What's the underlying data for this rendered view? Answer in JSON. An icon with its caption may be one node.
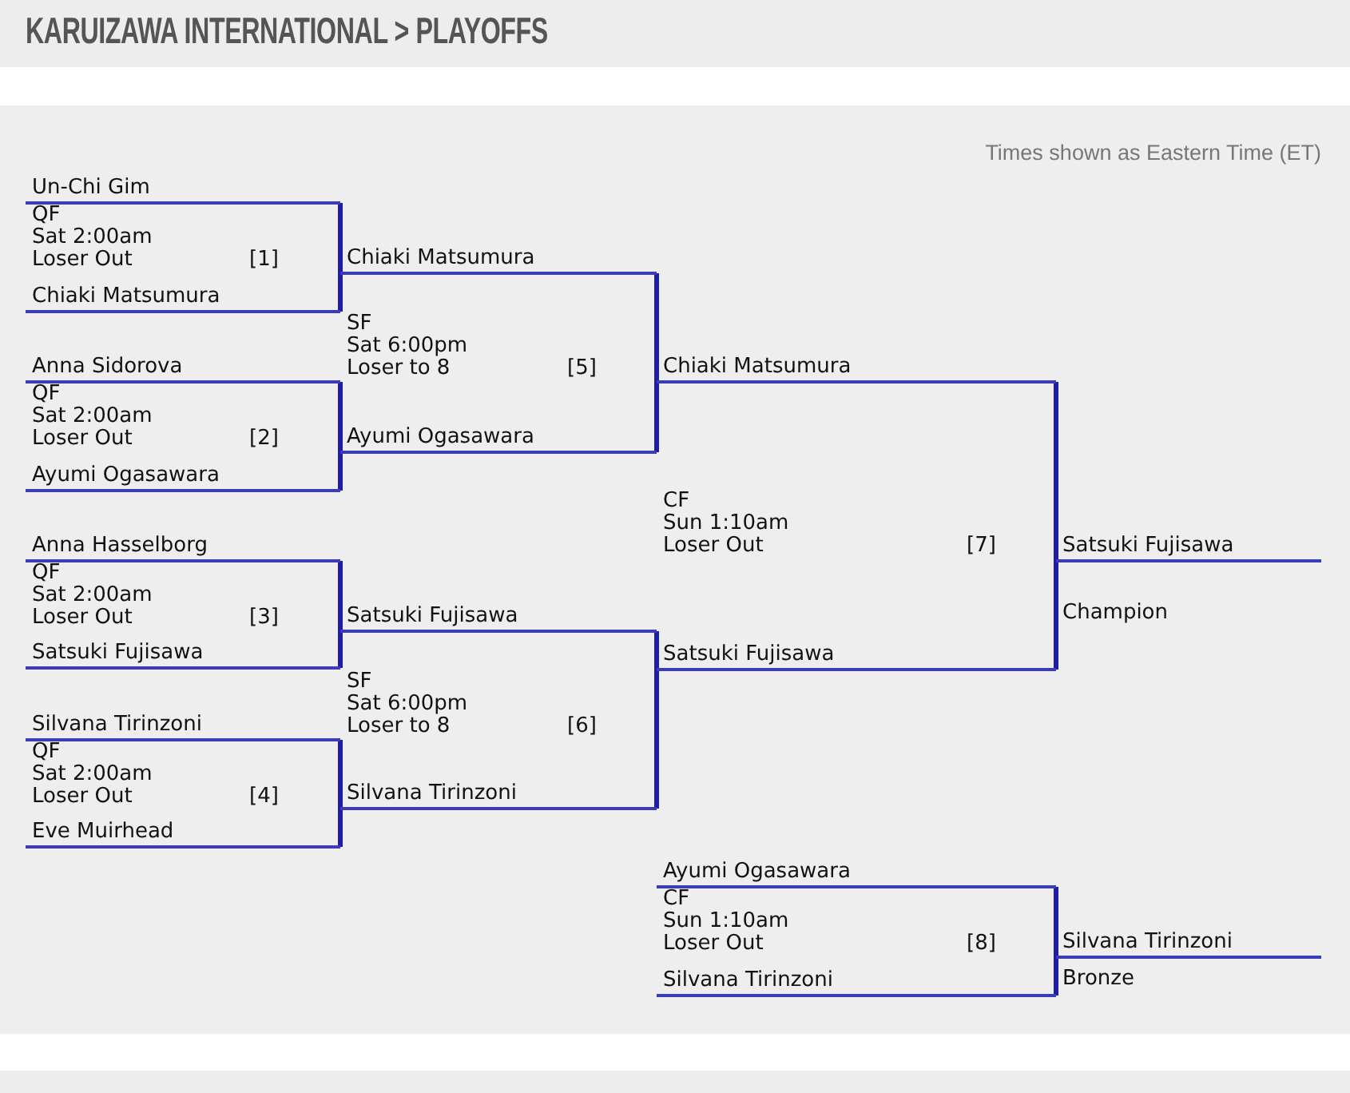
{
  "diagram": {
    "title": "KARUIZAWA INTERNATIONAL > PLAYOFFS",
    "nodes": [
      {
        "text": [
          "Un-Chi Gim"
        ]
      },
      {
        "text": [
          "Chiaki Matsumura"
        ]
      },
      {
        "text": [
          "Anna Sidorova"
        ]
      },
      {
        "text": [
          "Ayumi Ogasawara"
        ]
      },
      {
        "text": [
          "Anna Hasselborg"
        ]
      },
      {
        "text": [
          "Satsuki Fujisawa"
        ]
      },
      {
        "text": [
          "Silvana Tirinzoni"
        ]
      },
      {
        "text": [
          "Eve Muirhead"
        ]
      },
      {
        "text": [
          "Chiaki Matsumura"
        ]
      },
      {
        "text": [
          "Ayumi Ogasawara"
        ]
      },
      {
        "text": [
          "Satsuki Fujisawa"
        ]
      },
      {
        "text": [
          "Silvana Tirinzoni"
        ]
      },
      {
        "text": [
          "Chiaki Matsumura"
        ]
      },
      {
        "text": [
          "Satsuki Fujisawa"
        ]
      },
      {
        "text": [
          "Ayumi Ogasawara"
        ]
      },
      {
        "text": [
          "Silvana Tirinzoni"
        ]
      },
      {
        "text": [
          "Satsuki Fujisawa"
        ]
      },
      {
        "text": [
          "Silvana Tirinzoni"
        ]
      }
    ],
    "edges": [
      {
        "from": 0,
        "to": 8,
        "arrow": "none"
      },
      {
        "from": 1,
        "to": 8,
        "arrow": "none"
      },
      {
        "from": 2,
        "to": 9,
        "arrow": "none"
      },
      {
        "from": 3,
        "to": 9,
        "arrow": "none"
      },
      {
        "from": 4,
        "to": 10,
        "arrow": "none"
      },
      {
        "from": 5,
        "to": 10,
        "arrow": "none"
      },
      {
        "from": 6,
        "to": 11,
        "arrow": "none"
      },
      {
        "from": 7,
        "to": 11,
        "arrow": "none"
      },
      {
        "from": 8,
        "to": 12,
        "arrow": "none"
      },
      {
        "from": 9,
        "to": 12,
        "arrow": "none"
      },
      {
        "from": 10,
        "to": 13,
        "arrow": "none"
      },
      {
        "from": 11,
        "to": 13,
        "arrow": "none"
      },
      {
        "from": 12,
        "to": 16,
        "arrow": "none"
      },
      {
        "from": 13,
        "to": 16,
        "arrow": "none"
      },
      {
        "from": 14,
        "to": 17,
        "arrow": "none"
      },
      {
        "from": 15,
        "to": 17,
        "arrow": "none"
      }
    ],
    "labels": [
      "Times shown as Eastern Time (ET)",
      "QF",
      "Sat 2:00am",
      "Loser Out",
      "[1]",
      "SF",
      "Sat 6:00pm",
      "Loser to 8",
      "[5]",
      "QF",
      "Sat 2:00am",
      "Loser Out",
      "[2]",
      "CF",
      "Sun 1:10am",
      "Loser Out",
      "[7]",
      "Champion",
      "QF",
      "Sat 2:00am",
      "Loser Out",
      "[3]",
      "SF",
      "Sat 6:00pm",
      "Loser to 8",
      "[6]",
      "QF",
      "Sat 2:00am",
      "Loser Out",
      "[4]",
      "CF",
      "Sun 1:10am",
      "Loser Out",
      "[8]",
      "Bronze"
    ]
  }
}
